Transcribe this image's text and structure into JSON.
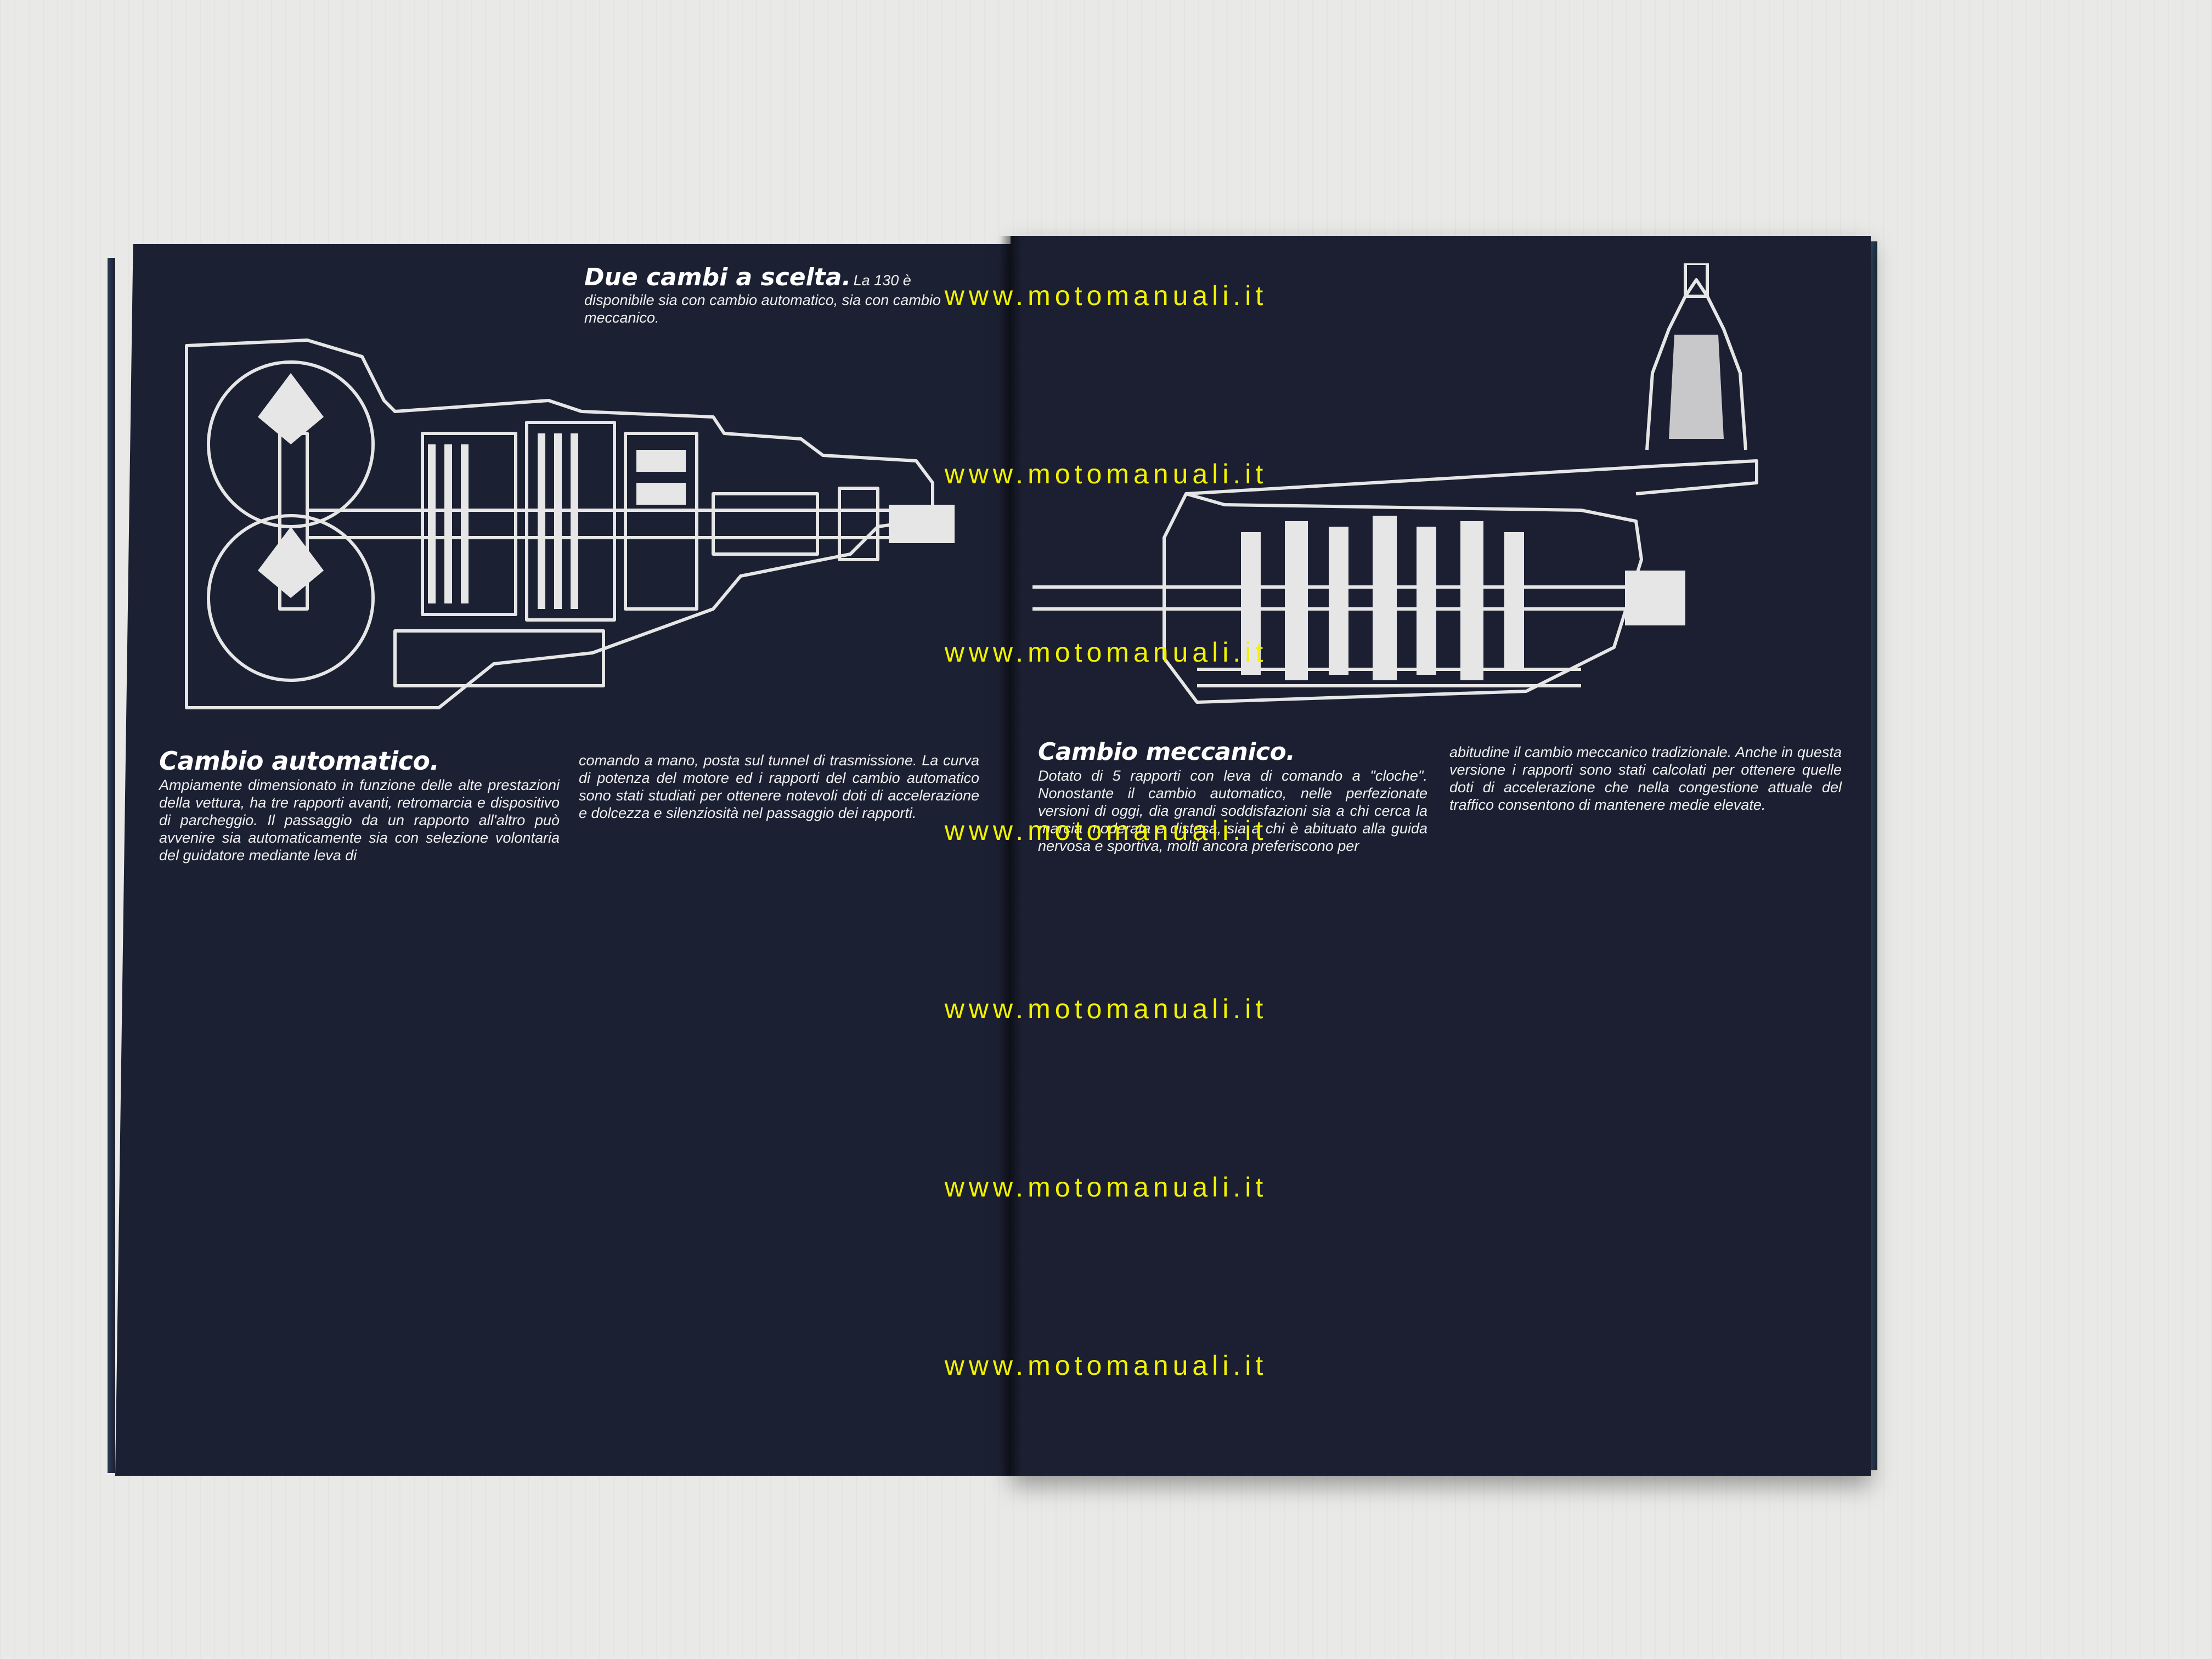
{
  "left_page": {
    "intro": {
      "heading": "Due cambi a scelta.",
      "text": "La 130 è disponibile sia con cambio automatico, sia con cambio meccanico."
    },
    "section": {
      "heading": "Cambio automatico.",
      "col1": "Ampiamente dimensionato in funzione delle alte prestazioni della vettura, ha tre rapporti avanti, retromarcia e dispositivo di parcheggio. Il passaggio da un rapporto all'altro può avvenire sia automaticamente sia con selezione volontaria del guidatore mediante leva di",
      "col2": "comando a mano, posta sul tunnel di trasmissione. La curva di potenza del motore ed i rapporti del cambio automatico sono stati studiati per ottenere notevoli doti di accelerazione e dolcezza e silenziosità nel passaggio dei rapporti."
    }
  },
  "right_page": {
    "section": {
      "heading": "Cambio meccanico.",
      "col1": "Dotato di 5 rapporti con leva di comando a \"cloche\". Nonostante il cambio automatico, nelle perfezionate versioni di oggi, dia grandi soddisfazioni sia a chi cerca la marcia moderata e distesa, sia a chi è abituato alla guida nervosa e sportiva, molti ancora preferiscono per",
      "col2": "abitudine il cambio meccanico tradizionale. Anche in questa versione i rapporti sono stati calcolati per ottenere quelle doti di accelerazione che nella congestione attuale del traffico consentono di mantenere medie elevate."
    }
  },
  "watermark": "www.motomanuali.it",
  "colors": {
    "page": "#1c2033",
    "watermark": "#f2f200",
    "diagram": "#e6e6e6"
  }
}
